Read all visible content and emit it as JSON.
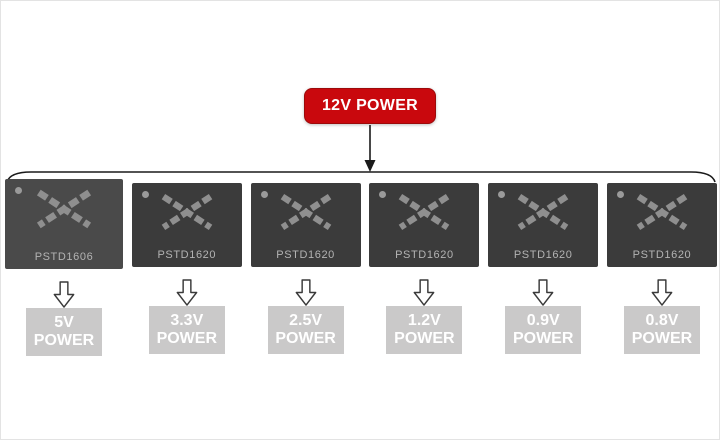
{
  "source": {
    "label": "12V POWER"
  },
  "chips": [
    {
      "part": "PSTD1606",
      "voltage": "5V",
      "power": "POWER"
    },
    {
      "part": "PSTD1620",
      "voltage": "3.3V",
      "power": "POWER"
    },
    {
      "part": "PSTD1620",
      "voltage": "2.5V",
      "power": "POWER"
    },
    {
      "part": "PSTD1620",
      "voltage": "1.2V",
      "power": "POWER"
    },
    {
      "part": "PSTD1620",
      "voltage": "0.9V",
      "power": "POWER"
    },
    {
      "part": "PSTD1620",
      "voltage": "0.8V",
      "power": "POWER"
    }
  ],
  "colors": {
    "accent_red": "#c9080d",
    "chip_body": "#3b3b3b",
    "chip_body_first": "#4a4a4a",
    "label_bg": "#cac9c9",
    "line_color": "#1a1a1a"
  }
}
